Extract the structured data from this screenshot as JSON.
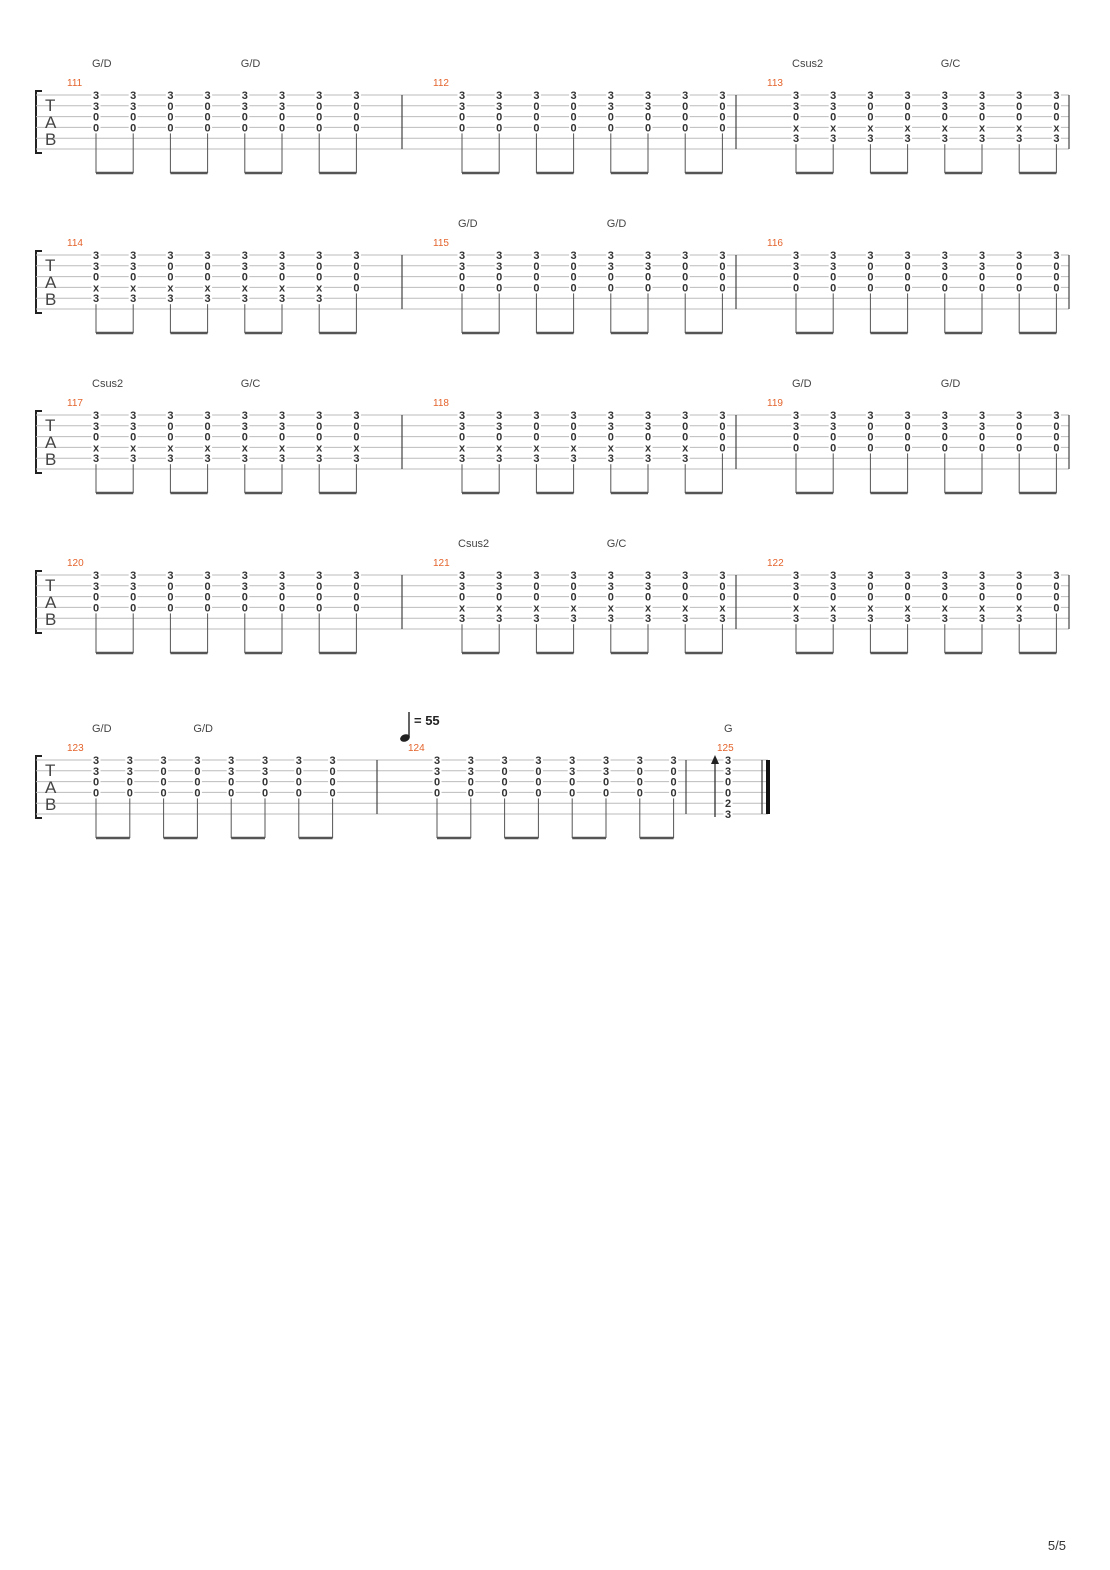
{
  "page_number": "5/5",
  "tab_label": [
    "T",
    "A",
    "B"
  ],
  "systems": [
    {
      "chords": [
        {
          "m": 0,
          "b": 0,
          "name": "G/D"
        },
        {
          "m": 0,
          "b": 4,
          "name": "G/D"
        },
        {
          "m": 2,
          "b": 0,
          "name": "Csus2"
        },
        {
          "m": 2,
          "b": 4,
          "name": "G/C"
        }
      ],
      "measures": [
        {
          "number": "111",
          "beats": [
            [
              "3",
              "3",
              "0",
              "0",
              "",
              ""
            ],
            [
              "3",
              "3",
              "0",
              "0",
              "",
              ""
            ],
            [
              "3",
              "0",
              "0",
              "0",
              "",
              ""
            ],
            [
              "3",
              "0",
              "0",
              "0",
              "",
              ""
            ],
            [
              "3",
              "3",
              "0",
              "0",
              "",
              ""
            ],
            [
              "3",
              "3",
              "0",
              "0",
              "",
              ""
            ],
            [
              "3",
              "0",
              "0",
              "0",
              "",
              ""
            ],
            [
              "3",
              "0",
              "0",
              "0",
              "",
              ""
            ]
          ]
        },
        {
          "number": "112",
          "beats": [
            [
              "3",
              "3",
              "0",
              "0",
              "",
              ""
            ],
            [
              "3",
              "3",
              "0",
              "0",
              "",
              ""
            ],
            [
              "3",
              "0",
              "0",
              "0",
              "",
              ""
            ],
            [
              "3",
              "0",
              "0",
              "0",
              "",
              ""
            ],
            [
              "3",
              "3",
              "0",
              "0",
              "",
              ""
            ],
            [
              "3",
              "3",
              "0",
              "0",
              "",
              ""
            ],
            [
              "3",
              "0",
              "0",
              "0",
              "",
              ""
            ],
            [
              "3",
              "0",
              "0",
              "0",
              "",
              ""
            ]
          ]
        },
        {
          "number": "113",
          "beats": [
            [
              "3",
              "3",
              "0",
              "x",
              "3",
              ""
            ],
            [
              "3",
              "3",
              "0",
              "x",
              "3",
              ""
            ],
            [
              "3",
              "0",
              "0",
              "x",
              "3",
              ""
            ],
            [
              "3",
              "0",
              "0",
              "x",
              "3",
              ""
            ],
            [
              "3",
              "3",
              "0",
              "x",
              "3",
              ""
            ],
            [
              "3",
              "3",
              "0",
              "x",
              "3",
              ""
            ],
            [
              "3",
              "0",
              "0",
              "x",
              "3",
              ""
            ],
            [
              "3",
              "0",
              "0",
              "x",
              "3",
              ""
            ]
          ]
        }
      ]
    },
    {
      "chords": [
        {
          "m": 1,
          "b": 0,
          "name": "G/D"
        },
        {
          "m": 1,
          "b": 4,
          "name": "G/D"
        }
      ],
      "measures": [
        {
          "number": "114",
          "beats": [
            [
              "3",
              "3",
              "0",
              "x",
              "3",
              ""
            ],
            [
              "3",
              "3",
              "0",
              "x",
              "3",
              ""
            ],
            [
              "3",
              "0",
              "0",
              "x",
              "3",
              ""
            ],
            [
              "3",
              "0",
              "0",
              "x",
              "3",
              ""
            ],
            [
              "3",
              "3",
              "0",
              "x",
              "3",
              ""
            ],
            [
              "3",
              "3",
              "0",
              "x",
              "3",
              ""
            ],
            [
              "3",
              "0",
              "0",
              "x",
              "3",
              ""
            ],
            [
              "3",
              "0",
              "0",
              "0",
              "",
              ""
            ]
          ]
        },
        {
          "number": "115",
          "beats": [
            [
              "3",
              "3",
              "0",
              "0",
              "",
              ""
            ],
            [
              "3",
              "3",
              "0",
              "0",
              "",
              ""
            ],
            [
              "3",
              "0",
              "0",
              "0",
              "",
              ""
            ],
            [
              "3",
              "0",
              "0",
              "0",
              "",
              ""
            ],
            [
              "3",
              "3",
              "0",
              "0",
              "",
              ""
            ],
            [
              "3",
              "3",
              "0",
              "0",
              "",
              ""
            ],
            [
              "3",
              "0",
              "0",
              "0",
              "",
              ""
            ],
            [
              "3",
              "0",
              "0",
              "0",
              "",
              ""
            ]
          ]
        },
        {
          "number": "116",
          "beats": [
            [
              "3",
              "3",
              "0",
              "0",
              "",
              ""
            ],
            [
              "3",
              "3",
              "0",
              "0",
              "",
              ""
            ],
            [
              "3",
              "0",
              "0",
              "0",
              "",
              ""
            ],
            [
              "3",
              "0",
              "0",
              "0",
              "",
              ""
            ],
            [
              "3",
              "3",
              "0",
              "0",
              "",
              ""
            ],
            [
              "3",
              "3",
              "0",
              "0",
              "",
              ""
            ],
            [
              "3",
              "0",
              "0",
              "0",
              "",
              ""
            ],
            [
              "3",
              "0",
              "0",
              "0",
              "",
              ""
            ]
          ]
        }
      ]
    },
    {
      "chords": [
        {
          "m": 0,
          "b": 0,
          "name": "Csus2"
        },
        {
          "m": 0,
          "b": 4,
          "name": "G/C"
        },
        {
          "m": 2,
          "b": 0,
          "name": "G/D"
        },
        {
          "m": 2,
          "b": 4,
          "name": "G/D"
        }
      ],
      "measures": [
        {
          "number": "117",
          "beats": [
            [
              "3",
              "3",
              "0",
              "x",
              "3",
              ""
            ],
            [
              "3",
              "3",
              "0",
              "x",
              "3",
              ""
            ],
            [
              "3",
              "0",
              "0",
              "x",
              "3",
              ""
            ],
            [
              "3",
              "0",
              "0",
              "x",
              "3",
              ""
            ],
            [
              "3",
              "3",
              "0",
              "x",
              "3",
              ""
            ],
            [
              "3",
              "3",
              "0",
              "x",
              "3",
              ""
            ],
            [
              "3",
              "0",
              "0",
              "x",
              "3",
              ""
            ],
            [
              "3",
              "0",
              "0",
              "x",
              "3",
              ""
            ]
          ]
        },
        {
          "number": "118",
          "beats": [
            [
              "3",
              "3",
              "0",
              "x",
              "3",
              ""
            ],
            [
              "3",
              "3",
              "0",
              "x",
              "3",
              ""
            ],
            [
              "3",
              "0",
              "0",
              "x",
              "3",
              ""
            ],
            [
              "3",
              "0",
              "0",
              "x",
              "3",
              ""
            ],
            [
              "3",
              "3",
              "0",
              "x",
              "3",
              ""
            ],
            [
              "3",
              "3",
              "0",
              "x",
              "3",
              ""
            ],
            [
              "3",
              "0",
              "0",
              "x",
              "3",
              ""
            ],
            [
              "3",
              "0",
              "0",
              "0",
              "",
              ""
            ]
          ]
        },
        {
          "number": "119",
          "beats": [
            [
              "3",
              "3",
              "0",
              "0",
              "",
              ""
            ],
            [
              "3",
              "3",
              "0",
              "0",
              "",
              ""
            ],
            [
              "3",
              "0",
              "0",
              "0",
              "",
              ""
            ],
            [
              "3",
              "0",
              "0",
              "0",
              "",
              ""
            ],
            [
              "3",
              "3",
              "0",
              "0",
              "",
              ""
            ],
            [
              "3",
              "3",
              "0",
              "0",
              "",
              ""
            ],
            [
              "3",
              "0",
              "0",
              "0",
              "",
              ""
            ],
            [
              "3",
              "0",
              "0",
              "0",
              "",
              ""
            ]
          ]
        }
      ]
    },
    {
      "chords": [
        {
          "m": 1,
          "b": 0,
          "name": "Csus2"
        },
        {
          "m": 1,
          "b": 4,
          "name": "G/C"
        }
      ],
      "measures": [
        {
          "number": "120",
          "beats": [
            [
              "3",
              "3",
              "0",
              "0",
              "",
              ""
            ],
            [
              "3",
              "3",
              "0",
              "0",
              "",
              ""
            ],
            [
              "3",
              "0",
              "0",
              "0",
              "",
              ""
            ],
            [
              "3",
              "0",
              "0",
              "0",
              "",
              ""
            ],
            [
              "3",
              "3",
              "0",
              "0",
              "",
              ""
            ],
            [
              "3",
              "3",
              "0",
              "0",
              "",
              ""
            ],
            [
              "3",
              "0",
              "0",
              "0",
              "",
              ""
            ],
            [
              "3",
              "0",
              "0",
              "0",
              "",
              ""
            ]
          ]
        },
        {
          "number": "121",
          "beats": [
            [
              "3",
              "3",
              "0",
              "x",
              "3",
              ""
            ],
            [
              "3",
              "3",
              "0",
              "x",
              "3",
              ""
            ],
            [
              "3",
              "0",
              "0",
              "x",
              "3",
              ""
            ],
            [
              "3",
              "0",
              "0",
              "x",
              "3",
              ""
            ],
            [
              "3",
              "3",
              "0",
              "x",
              "3",
              ""
            ],
            [
              "3",
              "3",
              "0",
              "x",
              "3",
              ""
            ],
            [
              "3",
              "0",
              "0",
              "x",
              "3",
              ""
            ],
            [
              "3",
              "0",
              "0",
              "x",
              "3",
              ""
            ]
          ]
        },
        {
          "number": "122",
          "beats": [
            [
              "3",
              "3",
              "0",
              "x",
              "3",
              ""
            ],
            [
              "3",
              "3",
              "0",
              "x",
              "3",
              ""
            ],
            [
              "3",
              "0",
              "0",
              "x",
              "3",
              ""
            ],
            [
              "3",
              "0",
              "0",
              "x",
              "3",
              ""
            ],
            [
              "3",
              "3",
              "0",
              "x",
              "3",
              ""
            ],
            [
              "3",
              "3",
              "0",
              "x",
              "3",
              ""
            ],
            [
              "3",
              "0",
              "0",
              "x",
              "3",
              ""
            ],
            [
              "3",
              "0",
              "0",
              "0",
              "",
              ""
            ]
          ]
        }
      ]
    },
    {
      "chords": [
        {
          "m": 0,
          "b": 0,
          "name": "G/D"
        },
        {
          "m": 0,
          "b": 3,
          "name": "G/D"
        },
        {
          "m": 2,
          "b": 0,
          "name": "G"
        }
      ],
      "tempo": {
        "m": 1,
        "value": "= 55"
      },
      "measures": [
        {
          "number": "123",
          "beats": [
            [
              "3",
              "3",
              "0",
              "0",
              "",
              ""
            ],
            [
              "3",
              "3",
              "0",
              "0",
              "",
              ""
            ],
            [
              "3",
              "0",
              "0",
              "0",
              "",
              ""
            ],
            [
              "3",
              "0",
              "0",
              "0",
              "",
              ""
            ],
            [
              "3",
              "3",
              "0",
              "0",
              "",
              ""
            ],
            [
              "3",
              "3",
              "0",
              "0",
              "",
              ""
            ],
            [
              "3",
              "0",
              "0",
              "0",
              "",
              ""
            ],
            [
              "3",
              "0",
              "0",
              "0",
              "",
              ""
            ]
          ]
        },
        {
          "number": "124",
          "beats": [
            [
              "3",
              "3",
              "0",
              "0",
              "",
              ""
            ],
            [
              "3",
              "3",
              "0",
              "0",
              "",
              ""
            ],
            [
              "3",
              "0",
              "0",
              "0",
              "",
              ""
            ],
            [
              "3",
              "0",
              "0",
              "0",
              "",
              ""
            ],
            [
              "3",
              "3",
              "0",
              "0",
              "",
              ""
            ],
            [
              "3",
              "3",
              "0",
              "0",
              "",
              ""
            ],
            [
              "3",
              "0",
              "0",
              "0",
              "",
              ""
            ],
            [
              "3",
              "0",
              "0",
              "0",
              "",
              ""
            ]
          ]
        },
        {
          "number": "125",
          "beats": [
            [
              "3",
              "3",
              "0",
              "0",
              "2",
              "3"
            ]
          ],
          "strum": "up"
        }
      ]
    }
  ]
}
